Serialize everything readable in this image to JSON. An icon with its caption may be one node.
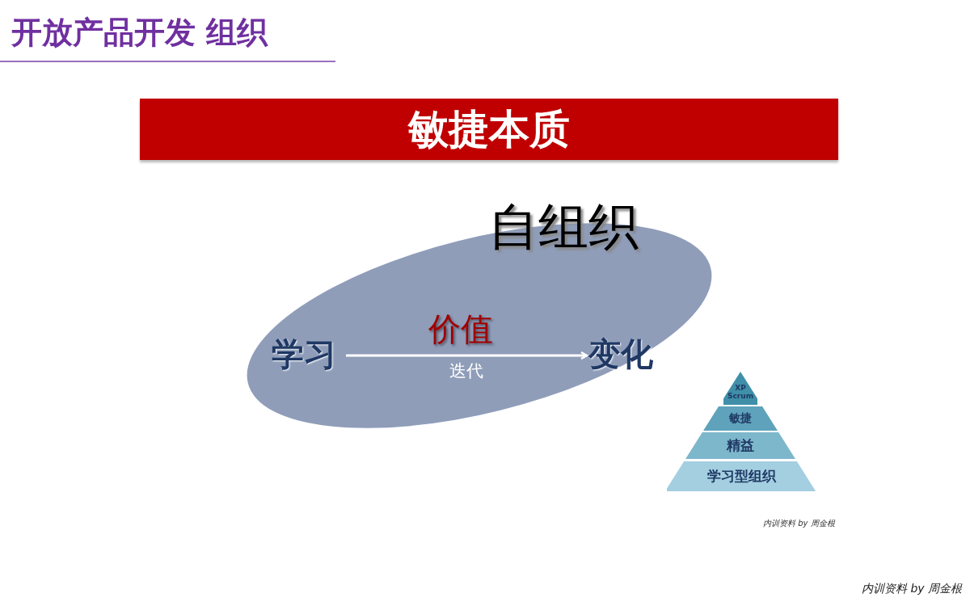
{
  "diagram": {
    "title": "开放产品开发 组织",
    "nodes": [
      {
        "text": [
          "敏捷本质"
        ]
      },
      {
        "text": [
          "自组织"
        ]
      },
      {
        "text": [
          "学习"
        ],
        "in": 1
      },
      {
        "text": [
          "变化"
        ],
        "in": 1
      },
      {
        "text": [
          "XP Scrum"
        ]
      },
      {
        "text": [
          "敏捷"
        ]
      },
      {
        "text": [
          "精益"
        ]
      },
      {
        "text": [
          "学习型组织"
        ]
      }
    ],
    "edges": [
      {
        "from": 2,
        "to": 3,
        "arrow": "to",
        "label": "迭代",
        "color": "#ffffff"
      }
    ],
    "labels": [
      "价值",
      "内训资料 by 周金根",
      "内训资料 by 周金根"
    ]
  }
}
